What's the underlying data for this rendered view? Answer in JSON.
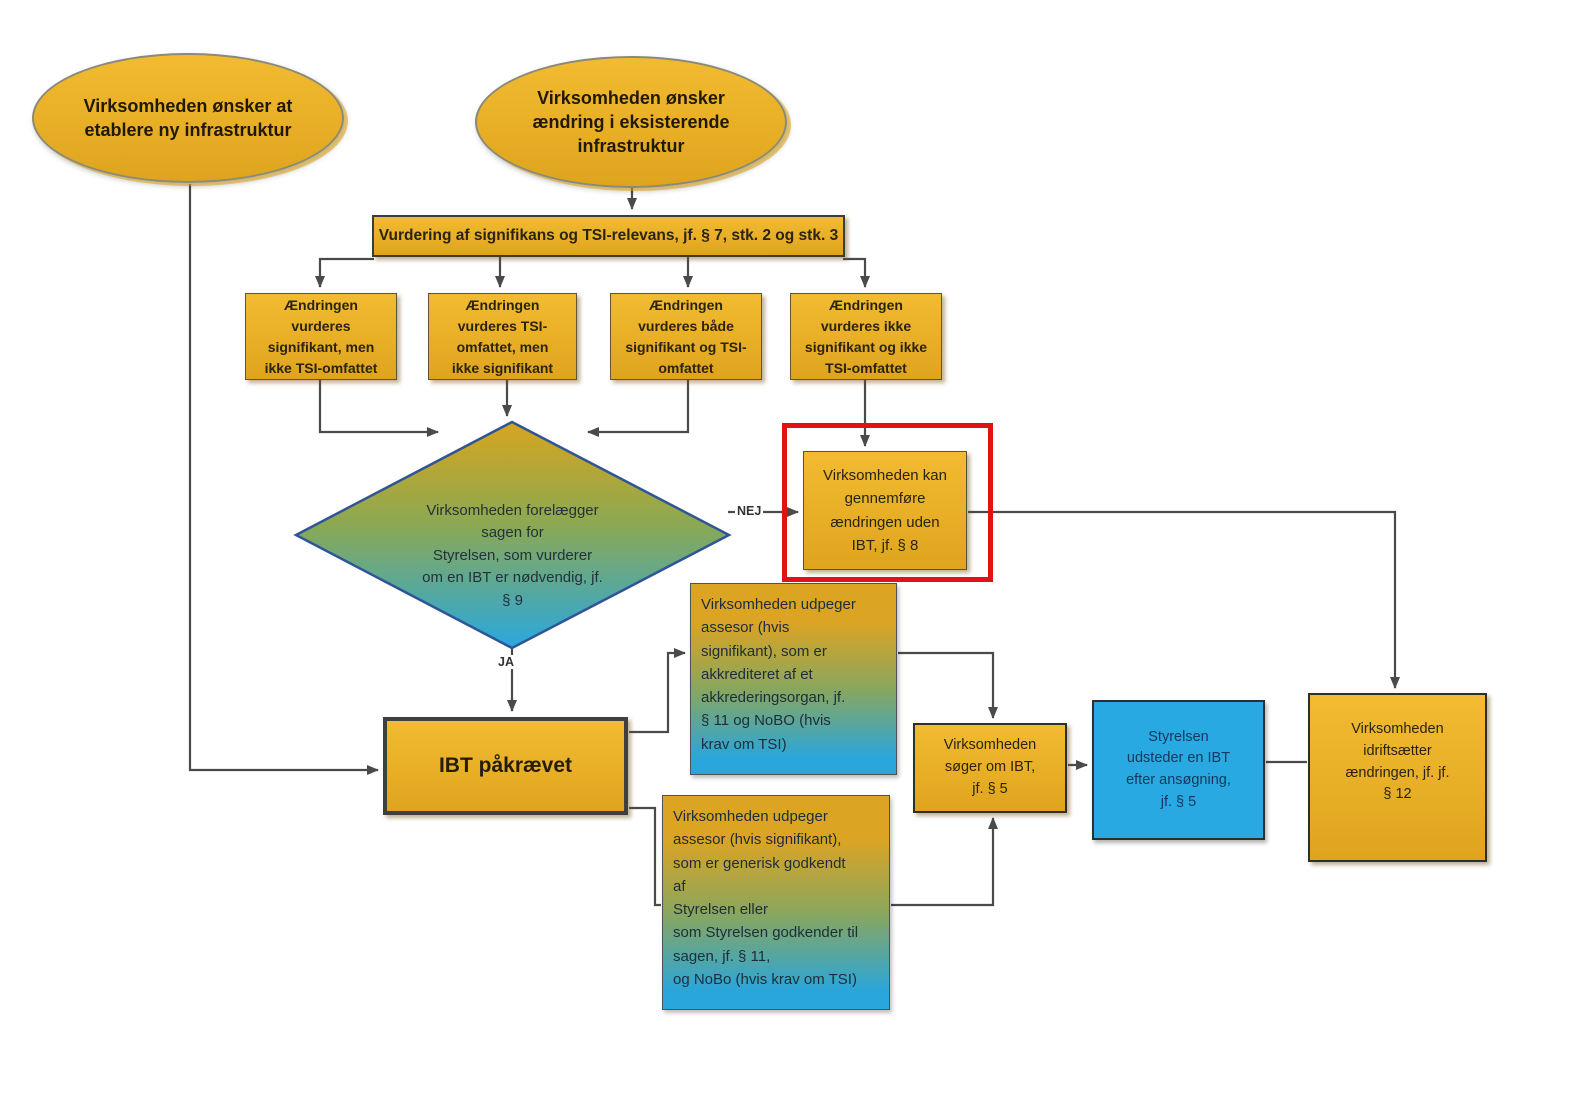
{
  "nodes": {
    "start_new_infra": "Virksomheden ønsker at\netablere ny infrastruktur",
    "start_change_infra": "Virksomheden ønsker\nændring i eksisterende\ninfrastruktur",
    "assessment": "Vurdering af signifikans og TSI-relevans, jf. § 7, stk. 2 og stk. 3",
    "significant_not_tsi": "Ændringen\nvurderes\nsignifikant, men\nikke TSI-omfattet",
    "tsi_not_significant": "Ændringen\nvurderes TSI-\nomfattet, men\nikke signifikant",
    "both_significant_tsi": "Ændringen\nvurderes både\nsignifikant og TSI-\nomfattet",
    "neither_significant_tsi": "Ændringen\nvurderes ikke\nsignifikant og ikke\nTSI-omfattet",
    "decision": "Virksomheden forelægger\nsagen for\nStyrelsen, som vurderer\nom en IBT er nødvendig, jf.\n§ 9",
    "no_ibt_needed": "Virksomheden kan\ngennemføre\nændringen uden\nIBT, jf. § 8",
    "assessor_accredited": "Virksomheden udpeger\nassesor (hvis\nsignifikant), som er\nakkrediteret af et\nakkrederingsorgan, jf.\n§ 11 og NoBO (hvis\nkrav om TSI)",
    "assessor_generic": "Virksomheden udpeger\nassesor (hvis signifikant),\nsom er generisk godkendt\naf\nStyrelsen eller\nsom Styrelsen godkender til\nsagen, jf. § 11,\nog NoBo (hvis krav om TSI)",
    "ibt_required": "IBT påkrævet",
    "apply_ibt": "Virksomheden\nsøger om IBT,\njf. § 5",
    "issue_ibt": "Styrelsen\nudsteder en IBT\nefter ansøgning,\njf. § 5",
    "commissioning": "Virksomheden\nidriftsætter\nændringen, jf. jf.\n§ 12"
  },
  "labels": {
    "no": "NEJ",
    "yes": "JA"
  },
  "colors": {
    "gold": "#EBAF25",
    "cyan_blue": "#29A9E1",
    "red_frame": "#E01212",
    "line": "#4A4A4A",
    "diamond_border": "#2F5597"
  }
}
